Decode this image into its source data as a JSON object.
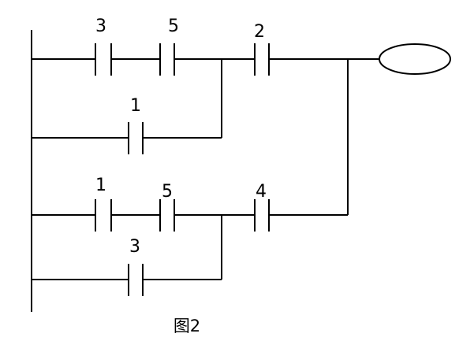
{
  "diagram": {
    "caption": "图2",
    "contacts": [
      {
        "id": "c-3-top",
        "label": "3"
      },
      {
        "id": "c-5-top",
        "label": "5"
      },
      {
        "id": "c-2",
        "label": "2"
      },
      {
        "id": "c-1-top",
        "label": "1"
      },
      {
        "id": "c-1-bottom",
        "label": "1"
      },
      {
        "id": "c-5-bottom",
        "label": "5"
      },
      {
        "id": "c-4",
        "label": "4"
      },
      {
        "id": "c-3-bottom",
        "label": "3"
      }
    ],
    "coil": {
      "label": ""
    }
  }
}
